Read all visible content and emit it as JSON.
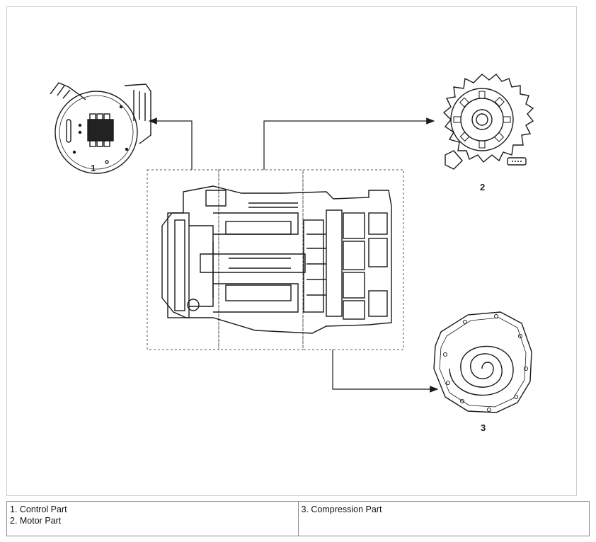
{
  "diagram": {
    "callouts": [
      "1",
      "2",
      "3"
    ],
    "parts": [
      {
        "name": "control-part-drawing",
        "icon": "control-board-drawing"
      },
      {
        "name": "motor-part-drawing",
        "icon": "motor-stator-drawing"
      },
      {
        "name": "compression-part-drawing",
        "icon": "scroll-compressor-drawing"
      }
    ],
    "line_color": "#1a1a1a",
    "dashed_box_color": "#555555"
  },
  "legend": {
    "left": [
      "1. Control Part",
      "2. Motor Part"
    ],
    "right": [
      "3. Compression Part"
    ]
  }
}
